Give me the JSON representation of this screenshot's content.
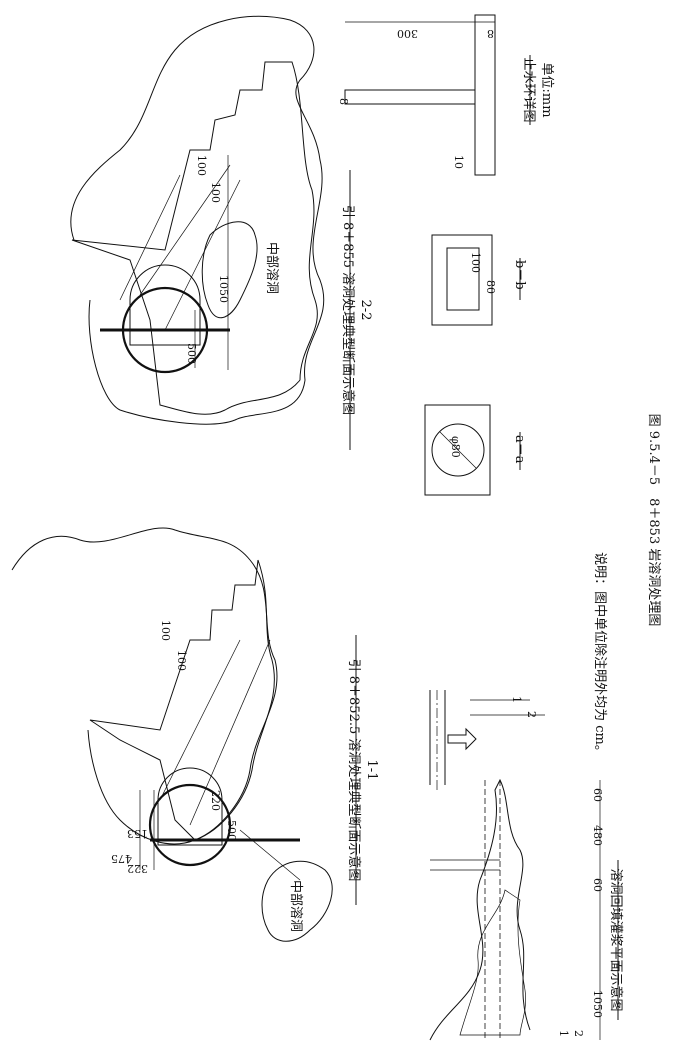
{
  "figure_caption": "图 9.5.4－5　8＋853 岩溶洞处理图",
  "note": "说明：图中单位除注明外均为 cm。",
  "section_1_1": {
    "title": "引 8＋852.5 溶洞处理典型断面示意图",
    "section_mark": "1-1",
    "cave_label": "中部溶洞",
    "dims": [
      "475",
      "322",
      "153",
      "220",
      "500",
      "100",
      "100"
    ]
  },
  "section_2_2": {
    "title": "引 8＋855 溶洞处理典型断面示意图",
    "section_mark": "2-2",
    "cave_label": "中部溶洞",
    "dims": [
      "1050",
      "500",
      "100",
      "100"
    ]
  },
  "plan_view": {
    "title": "溶洞回填灌浆平面示意图",
    "dims": [
      "1050",
      "60",
      "480",
      "60"
    ],
    "cut_marks": [
      "1",
      "2"
    ],
    "cut_marks_right": [
      "1",
      "2"
    ]
  },
  "detail_aa": {
    "label": "a－a",
    "dim": "φ80"
  },
  "detail_bb": {
    "label": "b－b",
    "dims": [
      "100",
      "80"
    ]
  },
  "water_ring": {
    "title": "止水环详图",
    "unit": "单位:mm",
    "dims": [
      "300",
      "8",
      "8",
      "10"
    ]
  }
}
